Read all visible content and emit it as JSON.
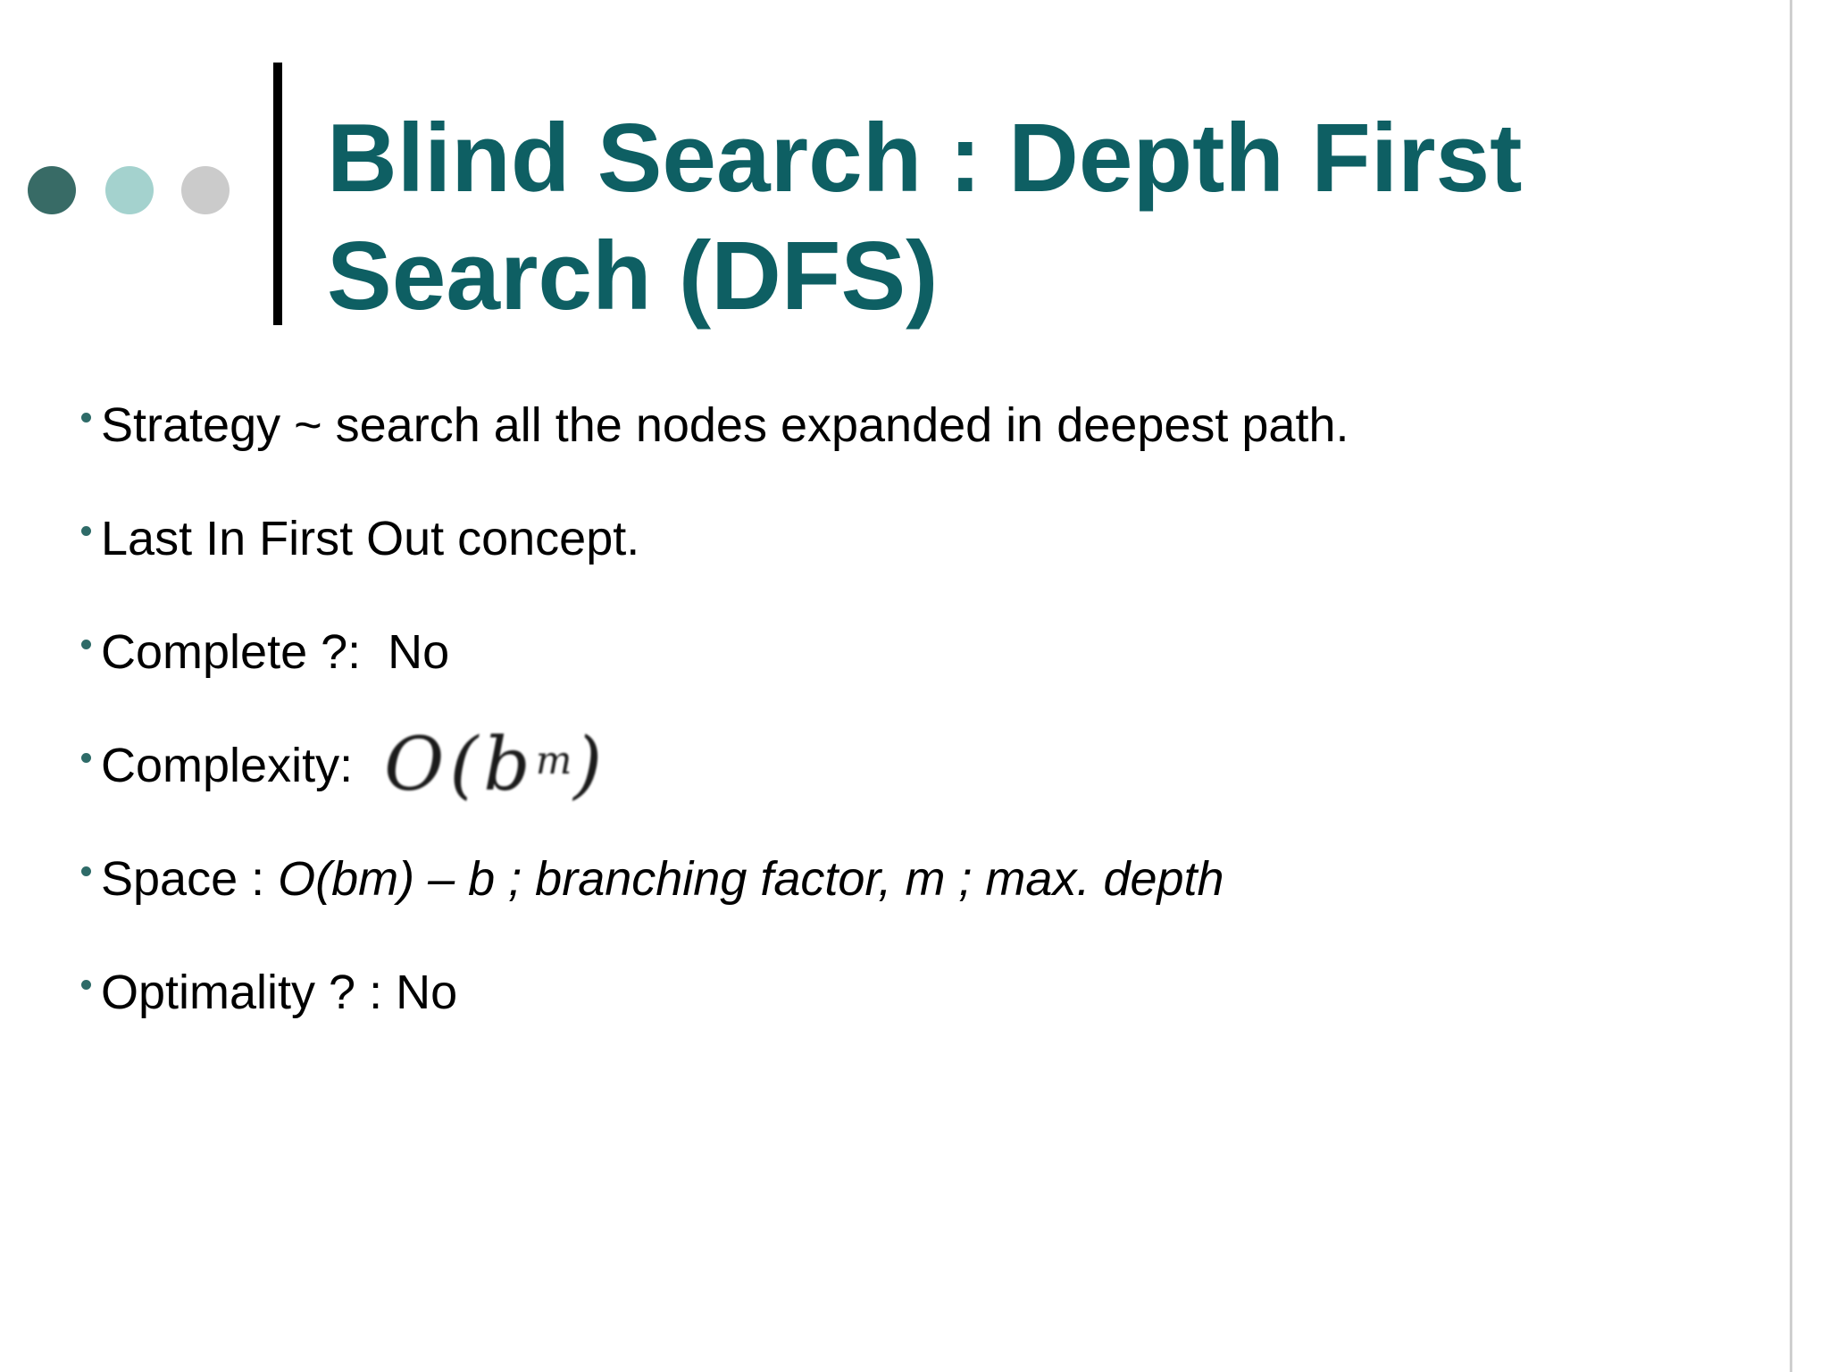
{
  "slide": {
    "title_line1": "Blind Search : Depth First",
    "title_line2": "Search (DFS)",
    "bullets": [
      {
        "text": "Strategy ~ search all the nodes expanded in deepest path."
      },
      {
        "text": "Last In First Out concept."
      },
      {
        "text": "Complete ?:  No"
      },
      {
        "text": "Complexity: ",
        "formula_open": "O(b",
        "formula_sup": "m",
        "formula_close": ")"
      },
      {
        "text": "Space : ",
        "italic_text": "O(bm) – b ; branching factor, m ; max. depth"
      },
      {
        "text": "Optimality ? : No"
      }
    ],
    "colors": {
      "title": "#0e5f63",
      "accent_dot_dark": "#386b66",
      "accent_dot_light": "#a4d2ce",
      "accent_dot_gray": "#cbcbcb",
      "bullet_dot": "#2e6b68",
      "divider_bar": "#000000",
      "right_edge_line": "#cfcfcf"
    }
  }
}
